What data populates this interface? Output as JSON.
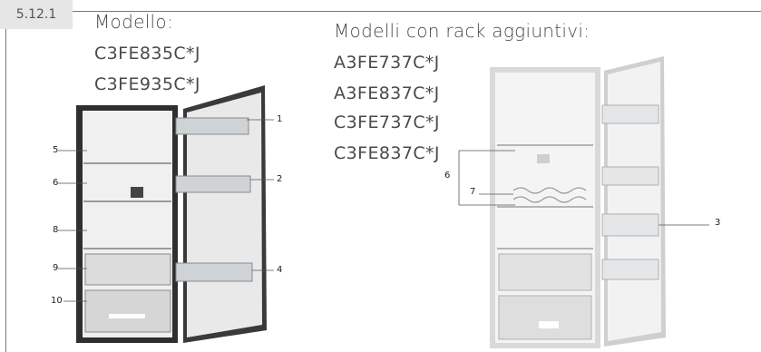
{
  "section_number": "5.12.1",
  "left_block": {
    "heading": "Modello:",
    "models": [
      "C3FE835C*J",
      "C3FE935C*J"
    ],
    "callouts": [
      "1",
      "2",
      "4",
      "5",
      "6",
      "8",
      "9",
      "10"
    ]
  },
  "right_block": {
    "heading": "Modelli con rack aggiuntivi:",
    "models": [
      "A3FE737C*J",
      "A3FE837C*J",
      "C3FE737C*J",
      "C3FE837C*J"
    ],
    "callouts": [
      "6",
      "7",
      "3"
    ]
  }
}
